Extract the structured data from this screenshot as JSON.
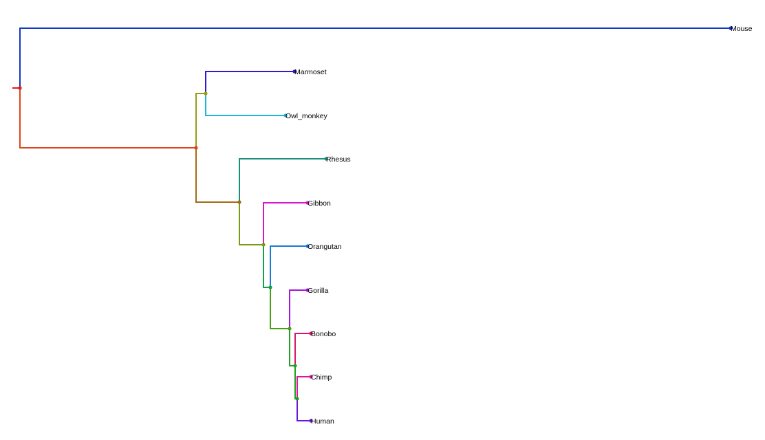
{
  "tree": {
    "root_color": "#e01a1a",
    "nodes": {
      "root": {
        "color": "#e01a1a"
      },
      "mouse": {
        "label": "Mouse",
        "color": "#1236c8"
      },
      "primates": {
        "color": "#e0421a"
      },
      "platyrrhini": {
        "color": "#9a9a14"
      },
      "marmoset": {
        "label": "Marmoset",
        "color": "#3518c8"
      },
      "owl_monkey": {
        "label": "Owl_monkey",
        "color": "#1ab8d8"
      },
      "catarrhini": {
        "color": "#a36a14"
      },
      "rhesus": {
        "label": "Rhesus",
        "color": "#17917a"
      },
      "hominoidea": {
        "color": "#7a9a14"
      },
      "gibbon": {
        "label": "Gibbon",
        "color": "#d818c8"
      },
      "hominidae": {
        "color": "#13a04a"
      },
      "orangutan": {
        "label": "Orangutan",
        "color": "#1a7ad8"
      },
      "homininae": {
        "color": "#4aa014"
      },
      "gorilla": {
        "label": "Gorilla",
        "color": "#a418d8"
      },
      "hominini": {
        "color": "#22a022"
      },
      "bonobo": {
        "label": "Bonobo",
        "color": "#d8186e"
      },
      "pan_human": {
        "color": "#1ba01b"
      },
      "chimp": {
        "label": "Chimp",
        "color": "#d818a0"
      },
      "human": {
        "label": "Human",
        "color": "#6a18d8"
      }
    }
  }
}
